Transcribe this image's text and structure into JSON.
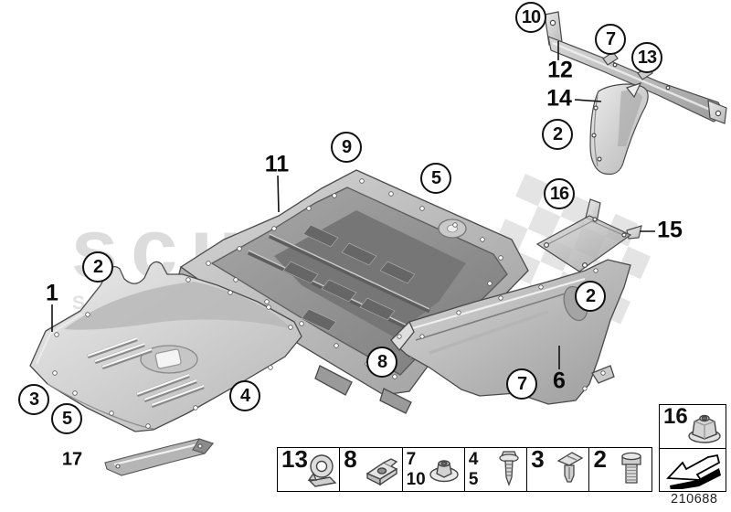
{
  "watermark": {
    "brand": "scuderia",
    "sub_letters": [
      "S",
      "V"
    ],
    "brand_color": "#dcdcdc",
    "checker_color": "#e4e4e4"
  },
  "doc_number": "210688",
  "callouts": [
    {
      "label": "10"
    },
    {
      "label": "7"
    },
    {
      "label": "13"
    },
    {
      "label": "2"
    },
    {
      "label": "9"
    },
    {
      "label": "5"
    },
    {
      "label": "16"
    },
    {
      "label": "2"
    },
    {
      "label": "2"
    },
    {
      "label": "8"
    },
    {
      "label": "7"
    },
    {
      "label": "3"
    },
    {
      "label": "5"
    },
    {
      "label": "4"
    }
  ],
  "labels": [
    {
      "text": "1"
    },
    {
      "text": "11"
    },
    {
      "text": "12"
    },
    {
      "text": "14"
    },
    {
      "text": "15"
    },
    {
      "text": "6"
    },
    {
      "text": "17"
    }
  ],
  "legend": {
    "items": [
      {
        "numbers": [
          "13"
        ],
        "icon": "hose-clamp-icon"
      },
      {
        "numbers": [
          "8"
        ],
        "icon": "speed-nut-icon"
      },
      {
        "numbers": [
          "7",
          "10"
        ],
        "icon": "plastic-nut-icon"
      },
      {
        "numbers": [
          "4",
          "5"
        ],
        "icon": "tapping-screw-icon"
      },
      {
        "numbers": [
          "3"
        ],
        "icon": "expansion-rivet-icon"
      },
      {
        "numbers": [
          "2"
        ],
        "icon": "hex-bolt-icon"
      }
    ],
    "extra_item": {
      "numbers": [
        "16"
      ],
      "icon": "flange-nut-icon"
    },
    "direction_icon": "travel-direction-arrow-icon"
  }
}
